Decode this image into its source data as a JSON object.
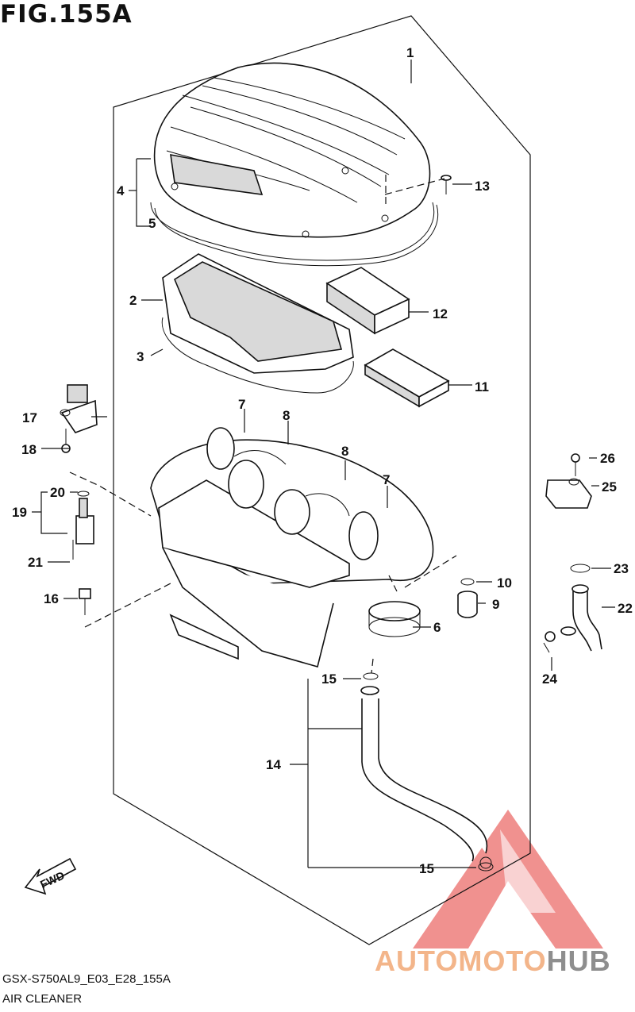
{
  "figure": {
    "title": "FIG.155A",
    "model_code": "GSX-S750AL9_E03_E28_155A",
    "assembly_name": "AIR CLEANER",
    "fwd_label": "FWD"
  },
  "callouts": {
    "c1": "1",
    "c2": "2",
    "c3": "3",
    "c4": "4",
    "c5": "5",
    "c6": "6",
    "c7a": "7",
    "c7b": "7",
    "c8a": "8",
    "c8b": "8",
    "c9": "9",
    "c10": "10",
    "c11": "11",
    "c12": "12",
    "c13": "13",
    "c14": "14",
    "c15a": "15",
    "c15b": "15",
    "c16": "16",
    "c17": "17",
    "c18": "18",
    "c19": "19",
    "c20": "20",
    "c21": "21",
    "c22": "22",
    "c23": "23",
    "c24": "24",
    "c25": "25",
    "c26": "26"
  },
  "watermark": {
    "text_part1": "AUTOMOTO",
    "text_part2": "HUB",
    "color_part1": "#f3b58a",
    "color_part2": "#8e8e8e",
    "triangle_color": "#e53935"
  }
}
